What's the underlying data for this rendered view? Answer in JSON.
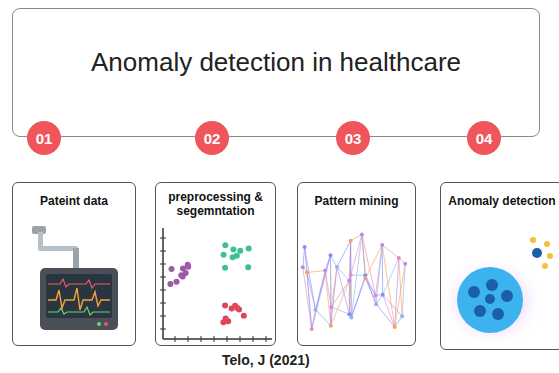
{
  "diagram": {
    "title": "Anomaly detection in healthcare",
    "caption": "Telo, J (2021)",
    "nodes": [
      {
        "text": [
          "01"
        ]
      },
      {
        "text": [
          "02"
        ]
      },
      {
        "text": [
          "03"
        ]
      },
      {
        "text": [
          "04"
        ]
      },
      {
        "text": [
          "Pateint data"
        ]
      },
      {
        "text": [
          "preprocessing & segemntation"
        ]
      },
      {
        "text": [
          "Pattern mining"
        ]
      },
      {
        "text": [
          "Anomaly detection"
        ]
      }
    ]
  }
}
